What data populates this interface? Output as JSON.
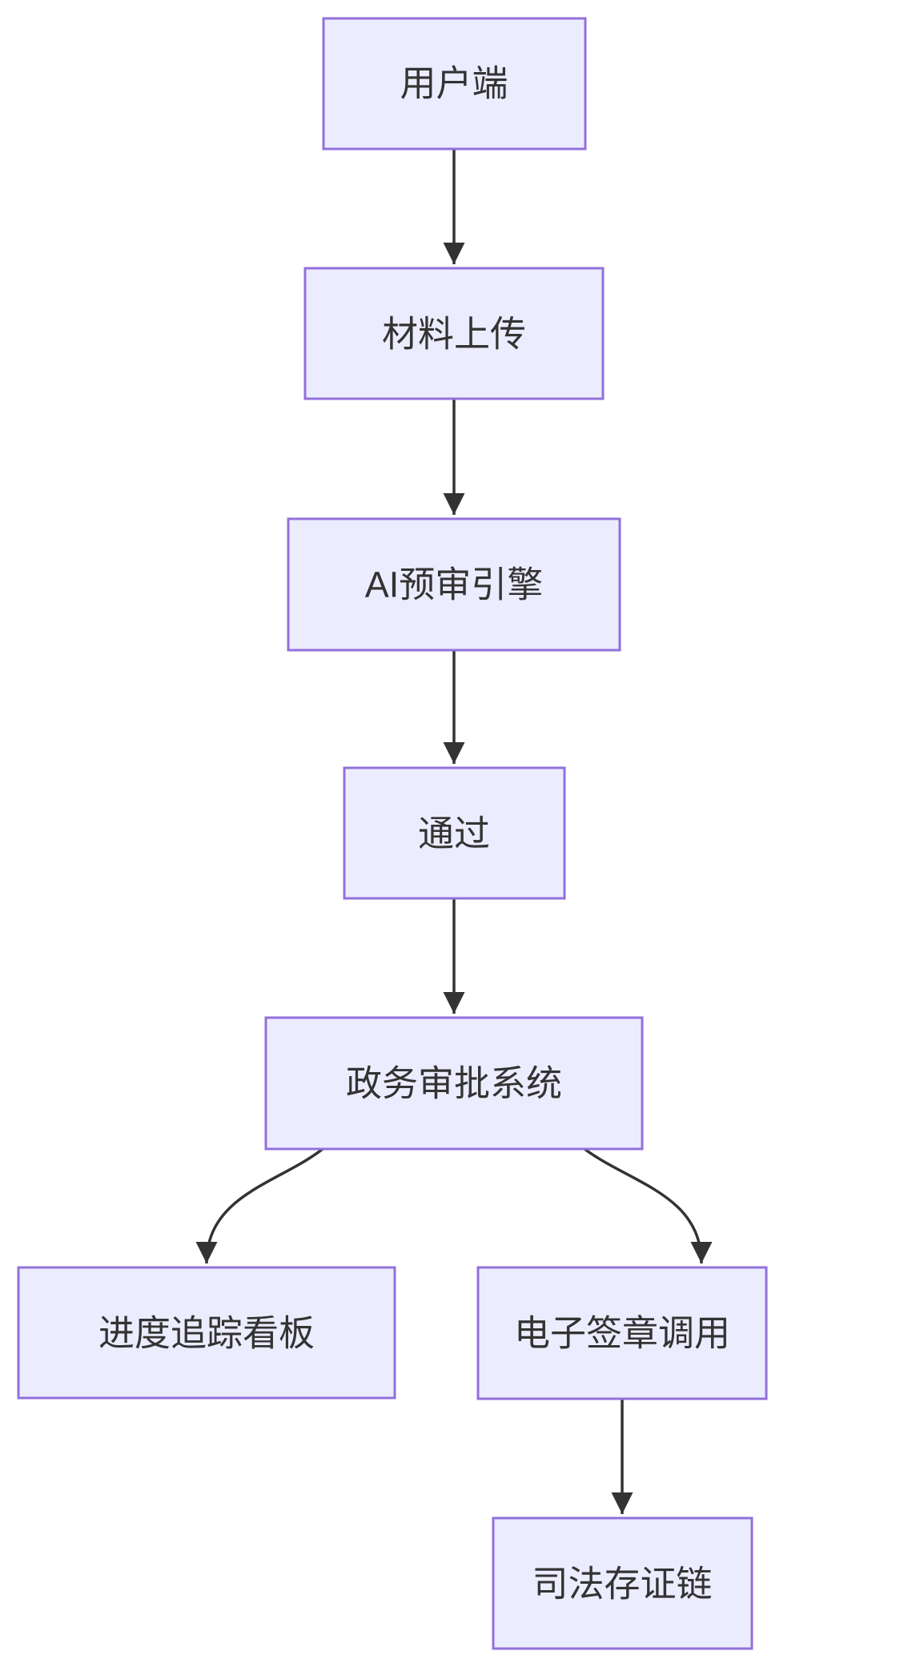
{
  "diagram": {
    "type": "flowchart",
    "direction": "top-down",
    "colors": {
      "background": "#FFFFFF",
      "node_fill": "#ECECFF",
      "node_border": "#9370DB",
      "edge_line": "#333333",
      "label_text": "#333333"
    },
    "nodes": [
      {
        "id": "user-client",
        "label": "用户端"
      },
      {
        "id": "material-upload",
        "label": "材料上传"
      },
      {
        "id": "ai-review-engine",
        "label": "AI预审引擎"
      },
      {
        "id": "pass",
        "label": "通过"
      },
      {
        "id": "gov-approval-system",
        "label": "政务审批系统"
      },
      {
        "id": "progress-tracking-board",
        "label": "进度追踪看板"
      },
      {
        "id": "e-signature-call",
        "label": "电子签章调用"
      },
      {
        "id": "judicial-evidence-chain",
        "label": "司法存证链"
      }
    ],
    "edges": [
      {
        "from": "user-client",
        "to": "material-upload"
      },
      {
        "from": "material-upload",
        "to": "ai-review-engine"
      },
      {
        "from": "ai-review-engine",
        "to": "pass"
      },
      {
        "from": "pass",
        "to": "gov-approval-system"
      },
      {
        "from": "gov-approval-system",
        "to": "progress-tracking-board"
      },
      {
        "from": "gov-approval-system",
        "to": "e-signature-call"
      },
      {
        "from": "e-signature-call",
        "to": "judicial-evidence-chain"
      }
    ]
  }
}
